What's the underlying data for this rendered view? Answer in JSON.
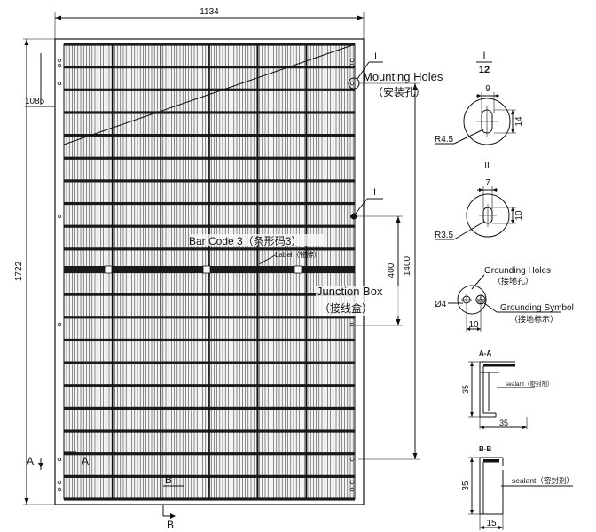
{
  "labels": {
    "width_dim": "1134",
    "height_dim": "1722",
    "left_dim": "1085",
    "hole_span_dim": "1400",
    "jbox_dim": "400",
    "mounting_holes": "Mounting Holes",
    "mounting_holes_cn": "（安装孔）",
    "callout_I": "I",
    "callout_II": "II",
    "barcode": "Bar Code 3（条形码3）",
    "label": "Label（铭牌）",
    "junction_box": "Junction Box",
    "junction_box_cn": "（接线盒）",
    "section_A": "A",
    "section_A2": "A",
    "section_B": "B",
    "section_B2": "B"
  },
  "details": {
    "scale_num": "I",
    "scale_den": "12",
    "d1_width": "9",
    "d1_height": "14",
    "d1_radius": "R4.5",
    "d2_title": "II",
    "d2_width": "7",
    "d2_height": "10",
    "d2_radius": "R3.5",
    "ground_holes": "Grounding Holes",
    "ground_holes_cn": "（接地孔）",
    "ground_dia": "Ø4",
    "ground_dim": "10",
    "ground_symbol": "Grounding Symbol",
    "ground_symbol_cn": "（接地标示）"
  },
  "sections": {
    "aa_title": "A-A",
    "aa_height": "35",
    "aa_width": "35",
    "aa_sealant": "sealant（密封剂）",
    "bb_title": "B-B",
    "bb_height": "35",
    "bb_width": "15",
    "bb_sealant": "sealant（密封剂）"
  }
}
